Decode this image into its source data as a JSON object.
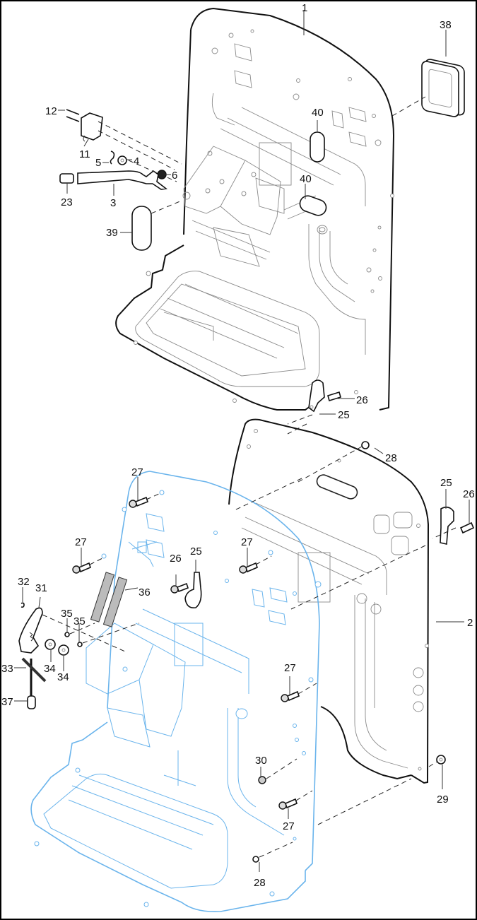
{
  "diagram": {
    "title": "Seat panel assembly exploded parts view",
    "colors": {
      "outline": "#111111",
      "detail": "#8a8a8a",
      "highlight_assembly": "#6ab4ec",
      "background": "#ffffff"
    },
    "upper_assembly": {
      "callouts": [
        "1",
        "38",
        "12",
        "11",
        "5",
        "4",
        "6",
        "3",
        "23",
        "39",
        "40",
        "40",
        "26",
        "25"
      ]
    },
    "lower_assembly": {
      "callouts": [
        "2",
        "28",
        "25",
        "26",
        "27",
        "27",
        "27",
        "26",
        "25",
        "36",
        "32",
        "31",
        "35",
        "35",
        "33",
        "34",
        "34",
        "37",
        "27",
        "30",
        "27",
        "29",
        "28"
      ]
    }
  }
}
